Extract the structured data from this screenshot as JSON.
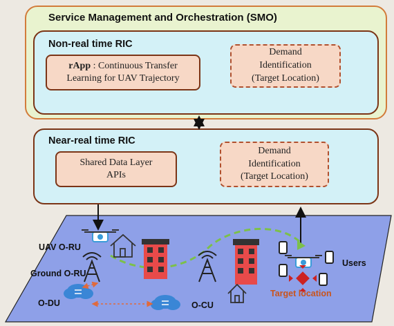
{
  "smo": {
    "title": "Service Management and Orchestration (SMO)"
  },
  "non_rt_ric": {
    "title": "Non-real time RIC",
    "rapp_bold": "rApp",
    "rapp_line1": " : Continuous Transfer",
    "rapp_line2": "Learning for UAV Trajectory",
    "demand_line1": "Demand",
    "demand_line2": "Identification",
    "demand_line3": "(Target Location)"
  },
  "near_rt_ric": {
    "title": "Near-real time RIC",
    "sdl_line1": "Shared Data Layer",
    "sdl_line2": "APIs",
    "demand_line1": "Demand",
    "demand_line2": "Identification",
    "demand_line3": "(Target Location)"
  },
  "ran": {
    "uav_oru": "UAV O-RU",
    "ground_oru": "Ground O-RU",
    "odu": "O-DU",
    "ocu": "O-CU",
    "users": "Users",
    "target_location": "Target location"
  },
  "colors": {
    "smo_fill": "#e9f3cf",
    "smo_border": "#d27b3a",
    "ric_fill": "#d3f1f7",
    "ric_border": "#7b3416",
    "box_fill": "#f7d8c6",
    "ran_plane": "#8ea0e8",
    "trajectory": "#7cc04a",
    "link": "#e06a3c",
    "target": "#c9541d"
  }
}
